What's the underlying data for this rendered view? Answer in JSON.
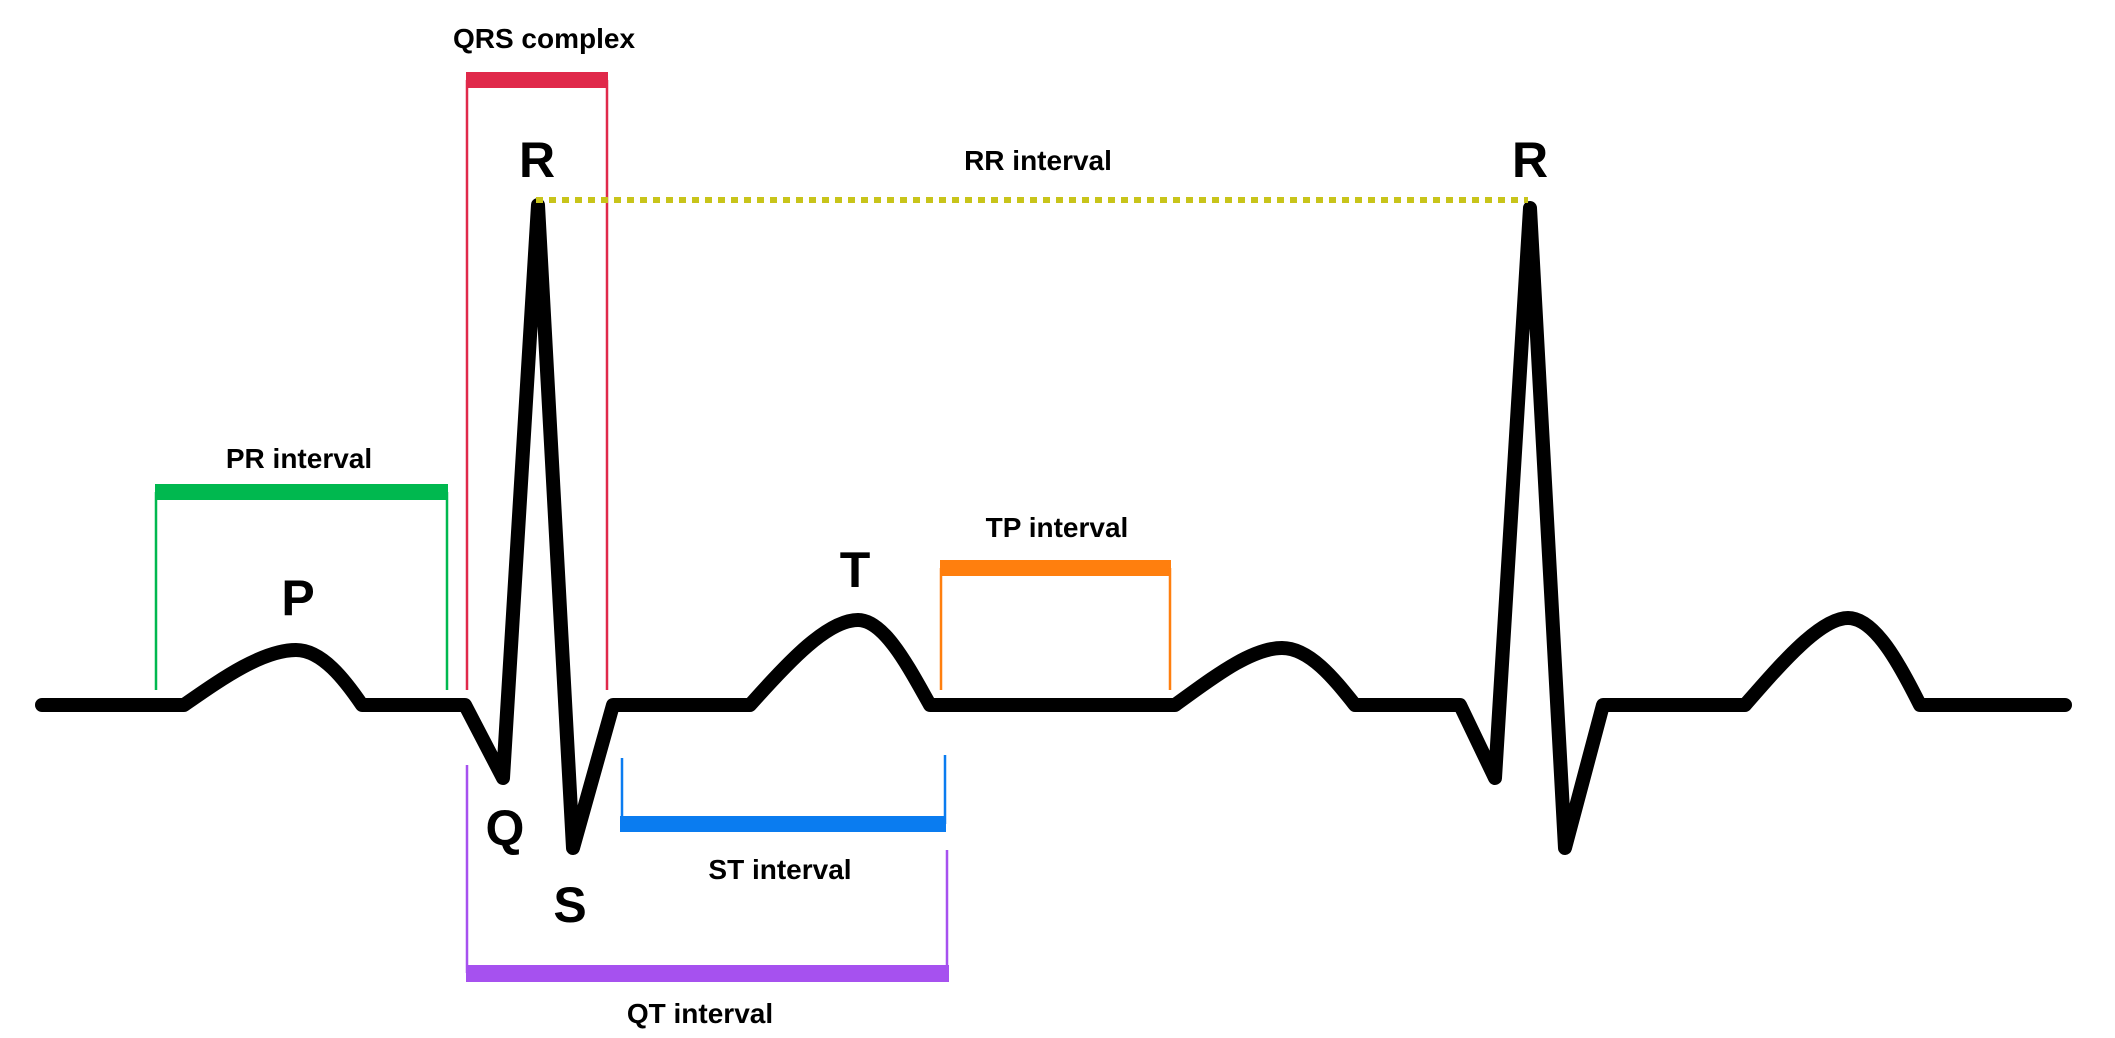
{
  "waves": {
    "p": "P",
    "q": "Q",
    "r1": "R",
    "s": "S",
    "t": "T",
    "r2": "R"
  },
  "intervals": {
    "qrs": {
      "label": "QRS complex",
      "color": "#e0294a"
    },
    "rr": {
      "label": "RR interval",
      "color": "#c8c41a"
    },
    "pr": {
      "label": "PR interval",
      "color": "#00b84f"
    },
    "tp": {
      "label": "TP interval",
      "color": "#ff7f0e"
    },
    "st": {
      "label": "ST interval",
      "color": "#0a7cf0"
    },
    "qt": {
      "label": "QT interval",
      "color": "#a651ef"
    }
  },
  "colors": {
    "trace": "#000000",
    "background": "#ffffff"
  }
}
